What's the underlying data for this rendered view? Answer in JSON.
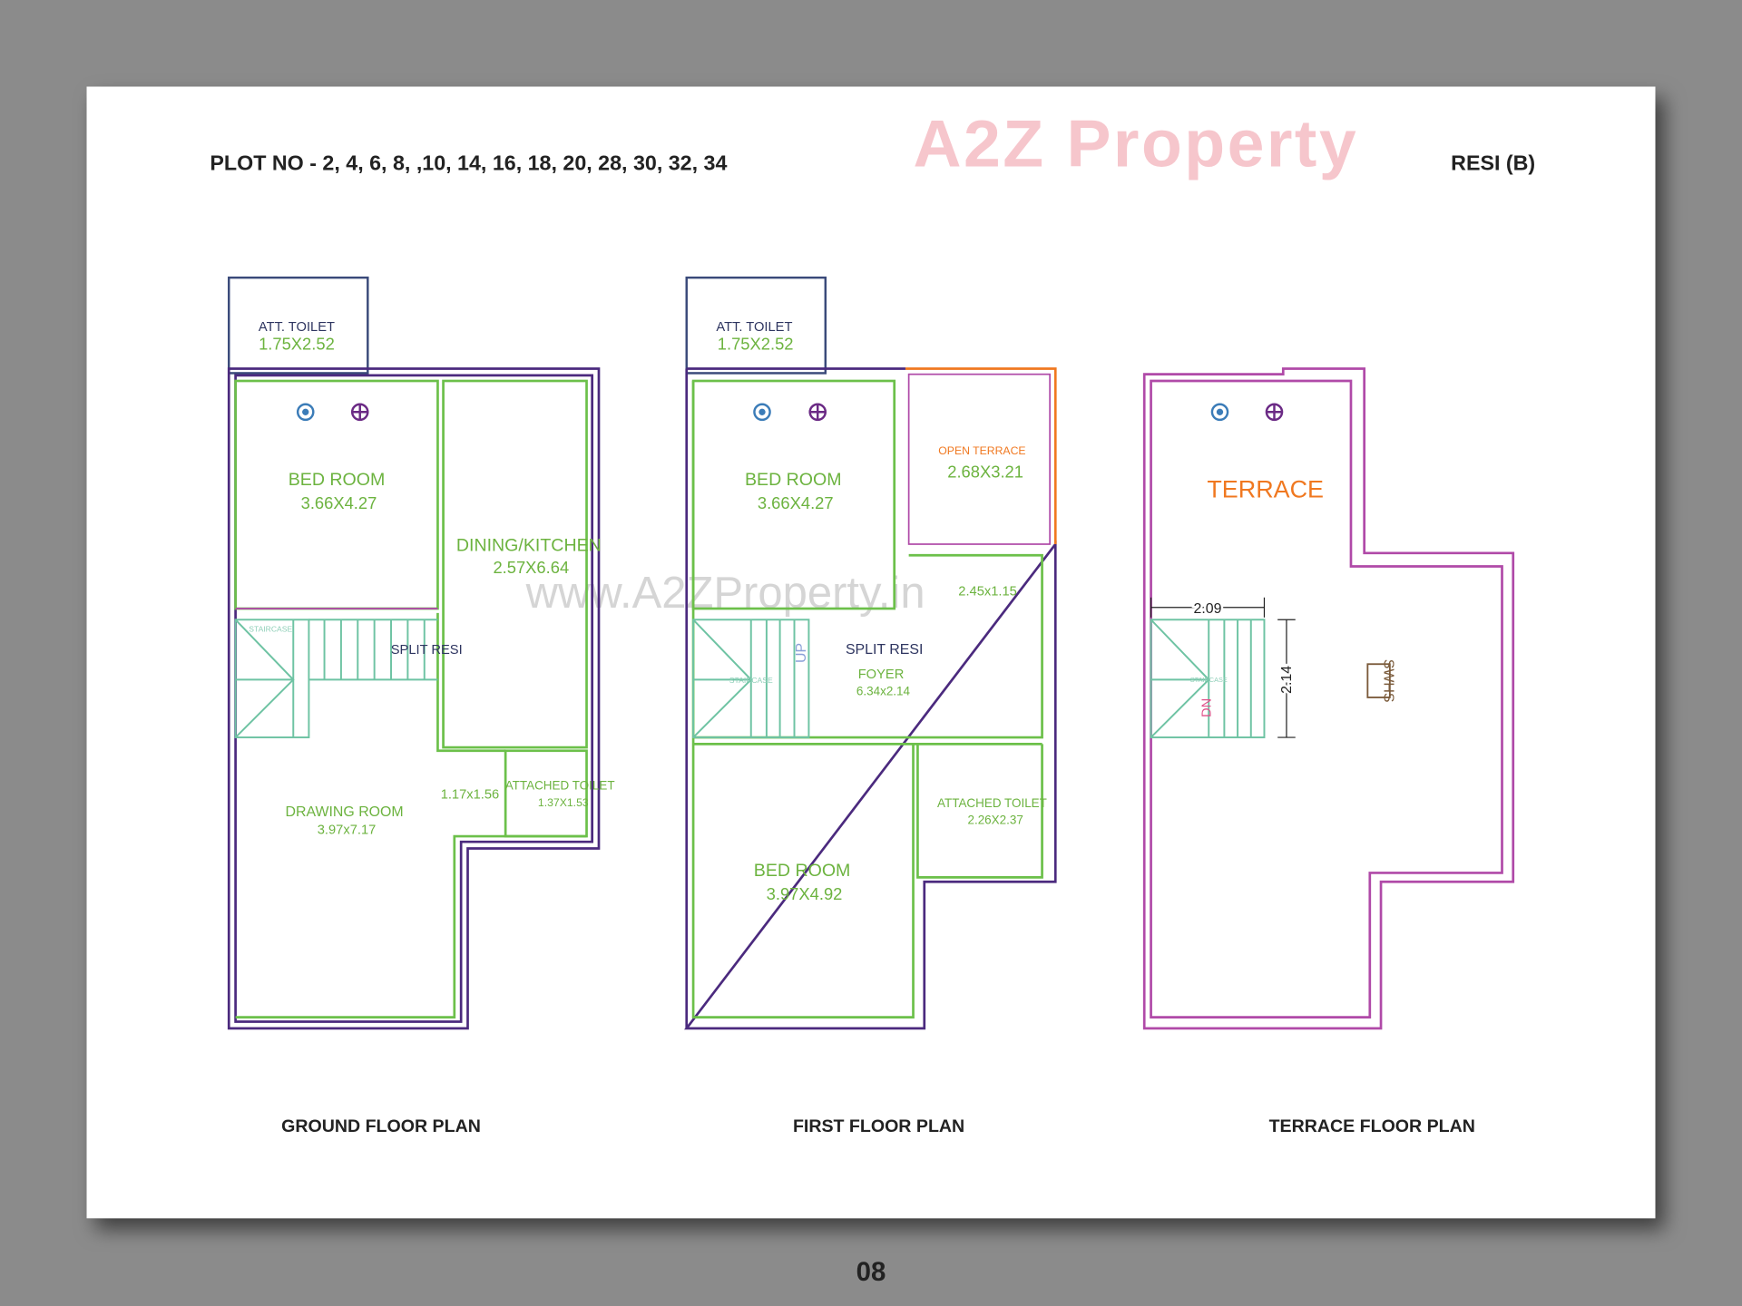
{
  "header": {
    "plot_numbers": "PLOT NO - 2, 4, 6, 8, ,10, 14, 16, 18, 20, 28, 30, 32, 34",
    "type": "RESI (B)",
    "logo_text": "A2Z Property",
    "watermark": "www.A2ZProperty.in"
  },
  "ground_floor": {
    "caption": "GROUND FLOOR PLAN",
    "att_toilet": {
      "name": "ATT. TOILET",
      "size": "1.75X2.52"
    },
    "bed_room": {
      "name": "BED ROOM",
      "size": "3.66X4.27"
    },
    "dining_kitchen": {
      "name": "DINING/KITCHEN",
      "size": "2.57X6.64"
    },
    "staircase": "STAIRCASE",
    "split": "SPLIT RESI",
    "drawing_room": {
      "name": "DRAWING ROOM",
      "size": "3.97x7.17"
    },
    "passage": "1.17x1.56",
    "attached_toilet": {
      "name": "ATTACHED TOILET",
      "size": "1.37X1.53"
    }
  },
  "first_floor": {
    "caption": "FIRST FLOOR PLAN",
    "att_toilet": {
      "name": "ATT. TOILET",
      "size": "1.75X2.52"
    },
    "bed_room": {
      "name": "BED ROOM",
      "size": "3.66X4.27"
    },
    "open_terrace": {
      "name": "OPEN TERRACE",
      "size": "2.68X3.21"
    },
    "passage": "2.45x1.15",
    "split": "SPLIT RESI",
    "foyer": {
      "name": "FOYER",
      "size": "6.34x2.14"
    },
    "staircase": "STAIRCASE",
    "up": "UP",
    "bed_room_2": {
      "name": "BED ROOM",
      "size": "3.97X4.92"
    },
    "attached_toilet": {
      "name": "ATTACHED TOILET",
      "size": "2.26X2.37"
    }
  },
  "terrace_floor": {
    "caption": "TERRACE FLOOR PLAN",
    "terrace": "TERRACE",
    "dim_width": "2.09",
    "dim_length": "2.14",
    "staircase": "STAIRCASE",
    "dn": "DN",
    "tank": "SWHS"
  },
  "page_number": "08",
  "colors": {
    "room_label": "#6cb33f",
    "outer_wall": "#4b2a7e",
    "inner_wall": "#6cc04a",
    "terrace_wall": "#b04aa8",
    "terrace_label": "#f07820",
    "background": "#8b8b8b"
  }
}
